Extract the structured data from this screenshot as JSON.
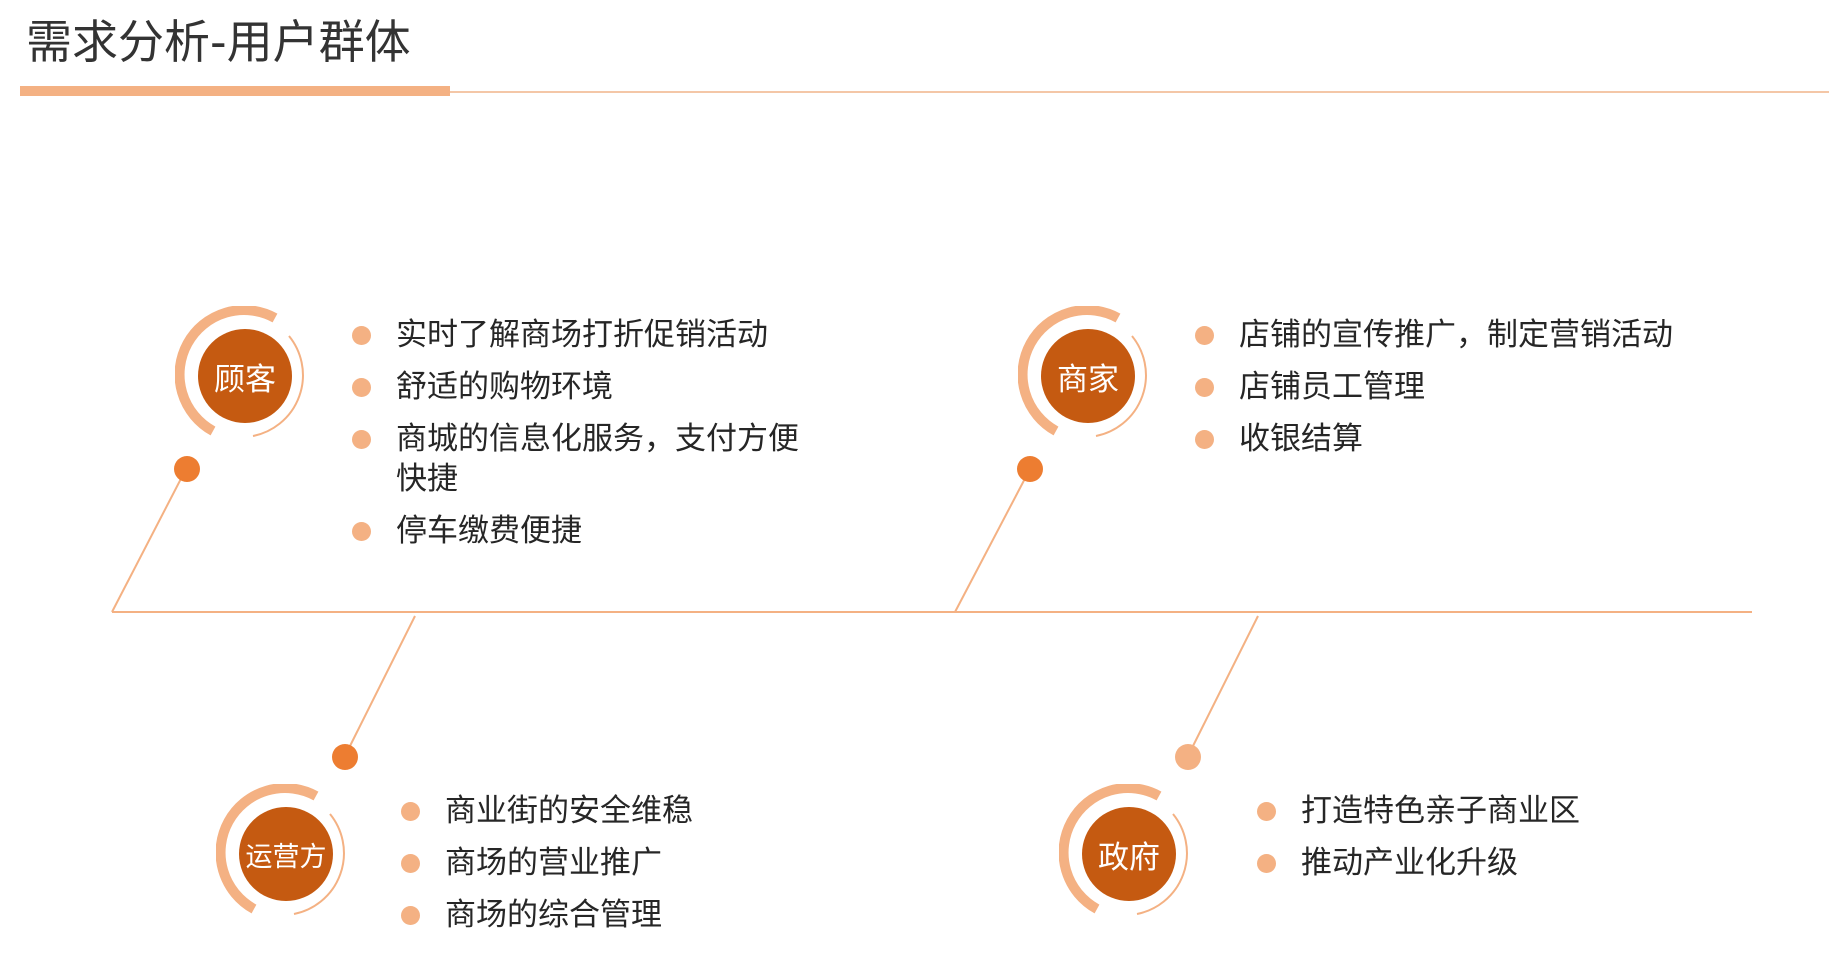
{
  "page": {
    "title": "需求分析-用户群体"
  },
  "colors": {
    "accent_dark": "#C55A11",
    "accent_light": "#F4B183",
    "dot_dark": "#ED7D31",
    "line": "#F4B183"
  },
  "groups": [
    {
      "id": "customer",
      "label": "顾客",
      "items": [
        "实时了解商场打折促销活动",
        "舒适的购物环境",
        "商城的信息化服务，支付方便快捷",
        "停车缴费便捷"
      ]
    },
    {
      "id": "merchant",
      "label": "商家",
      "items": [
        "店铺的宣传推广，制定营销活动",
        "店铺员工管理",
        "收银结算"
      ]
    },
    {
      "id": "operator",
      "label": "运营方",
      "items": [
        "商业街的安全维稳",
        "商场的营业推广",
        "商场的综合管理"
      ]
    },
    {
      "id": "government",
      "label": "政府",
      "items": [
        "打造特色亲子商业区",
        "推动产业化升级"
      ]
    }
  ]
}
